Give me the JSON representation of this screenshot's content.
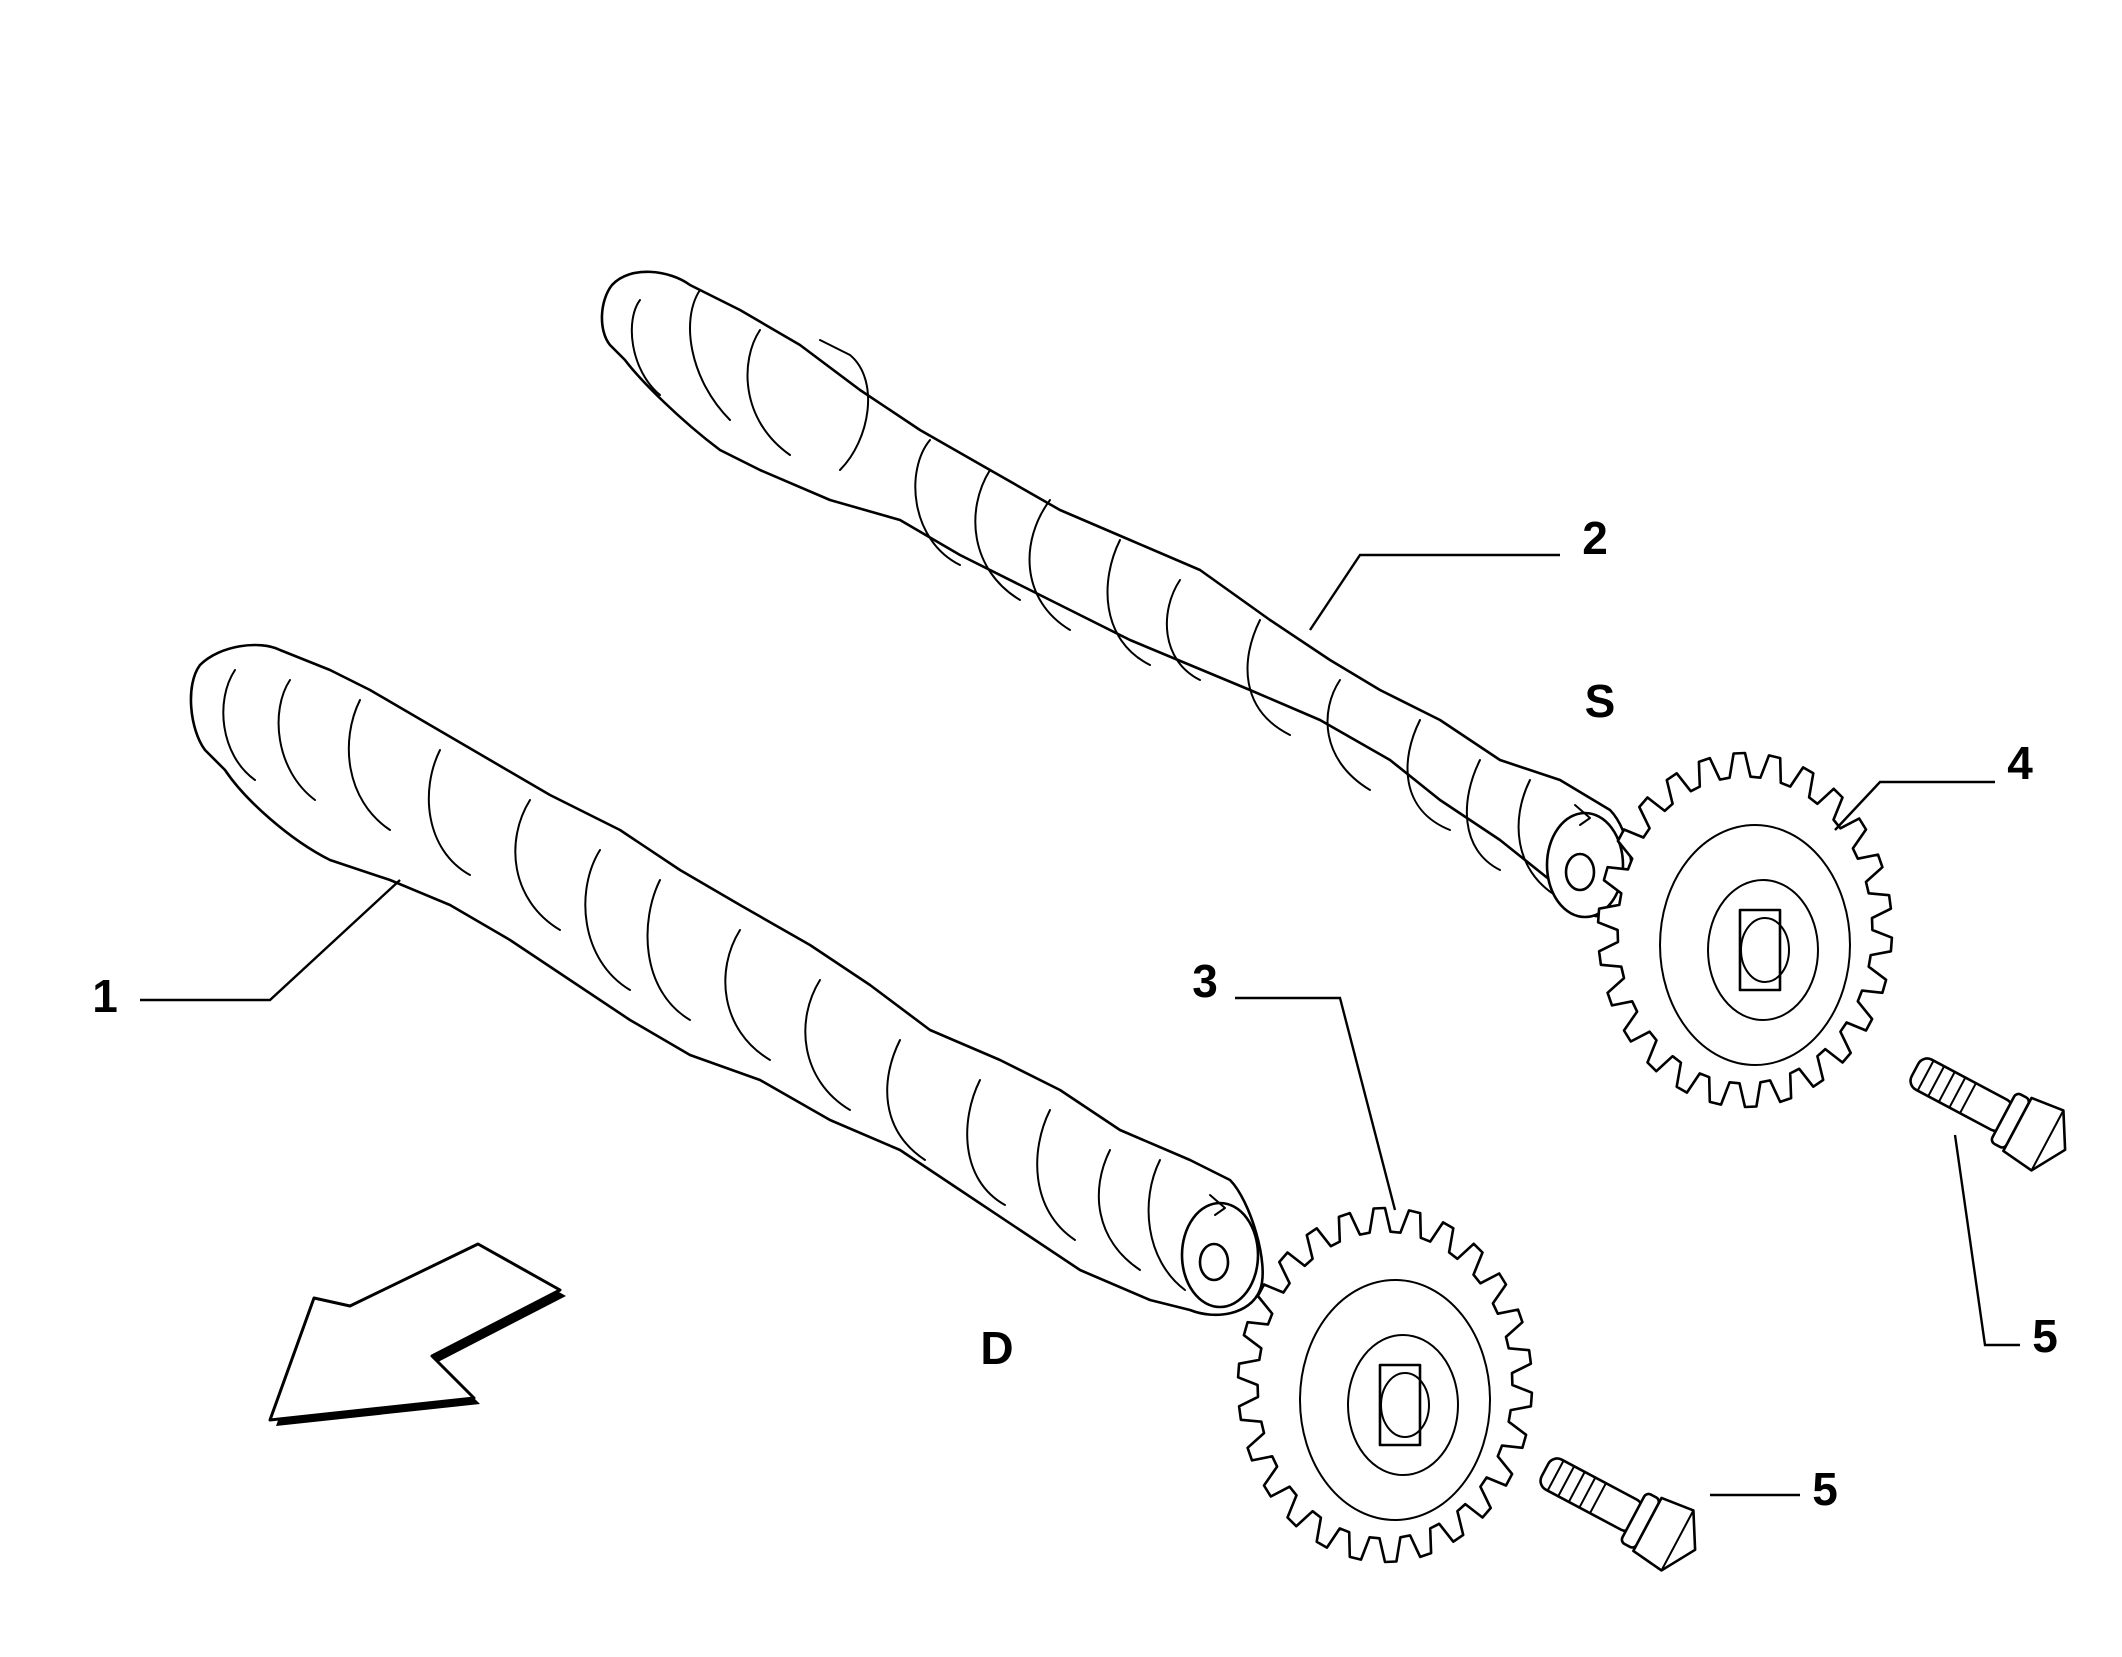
{
  "callouts": {
    "camshaft_exhaust": "1",
    "camshaft_intake": "2",
    "gear_lower": "3",
    "gear_upper": "4",
    "bolt_upper": "5",
    "bolt_lower": "5"
  },
  "side_labels": {
    "left_bank": "S",
    "right_bank": "D"
  },
  "icons": {
    "direction": "front-direction-arrow-icon"
  },
  "colors": {
    "line": "#000000",
    "background": "#ffffff"
  }
}
